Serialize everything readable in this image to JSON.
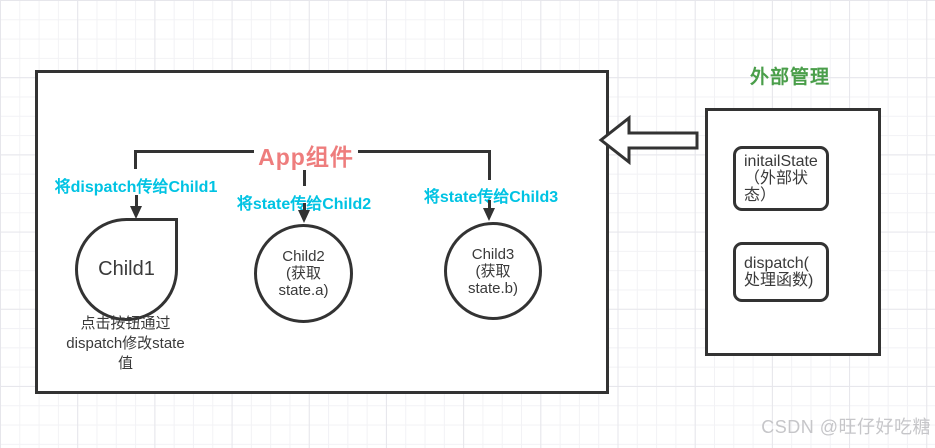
{
  "diagram": {
    "app": {
      "title": "App组件",
      "edges": {
        "to_child1": "将dispatch传给Child1",
        "to_child2": "将state传给Child2",
        "to_child3": "将state传给Child3"
      },
      "child1": {
        "name": "Child1",
        "caption_lines": [
          "点击按钮通过",
          "dispatch修改state",
          "值"
        ]
      },
      "child2": {
        "name": "Child2",
        "detail_lines": [
          "(获取",
          "state.a)"
        ]
      },
      "child3": {
        "name": "Child3",
        "detail_lines": [
          "(获取",
          "state.b)"
        ]
      }
    },
    "external": {
      "title": "外部管理",
      "items": [
        {
          "label": "initailState（外部状态）"
        },
        {
          "label": "dispatch(处理函数)"
        }
      ]
    },
    "colors": {
      "app_title": "#ee7d7d",
      "edge_label": "#00c3e3",
      "external_title": "#4a9e4a",
      "stroke": "#333333"
    },
    "watermark": "CSDN @旺仔好吃糖"
  }
}
